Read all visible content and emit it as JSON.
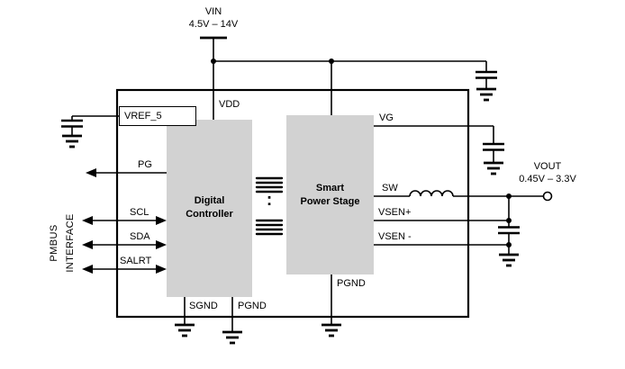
{
  "colors": {
    "line": "#000000",
    "block_fill": "#d2d2d2",
    "background": "#ffffff"
  },
  "supplies": {
    "vin_label": "VIN",
    "vin_range": "4.5V – 14V",
    "vout_label": "VOUT",
    "vout_range": "0.45V – 3.3V"
  },
  "blocks": {
    "digital_controller": {
      "line1": "Digital",
      "line2": "Controller"
    },
    "smart_power_stage": {
      "line1": "Smart",
      "line2": "Power Stage"
    }
  },
  "pins": {
    "vref_5": "VREF_5",
    "vdd": "VDD",
    "vg": "VG",
    "pg": "PG",
    "scl": "SCL",
    "sda": "SDA",
    "salrt": "SALRT",
    "sw": "SW",
    "vsen_plus": "VSEN+",
    "vsen_minus": "VSEN -",
    "sgnd": "SGND",
    "pgnd_left": "PGND",
    "pgnd_right": "PGND"
  },
  "side_label": {
    "line1": "PMBUS",
    "line2": "INTERFACE"
  },
  "symbols": {
    "coupler_ellipsis": ":"
  }
}
